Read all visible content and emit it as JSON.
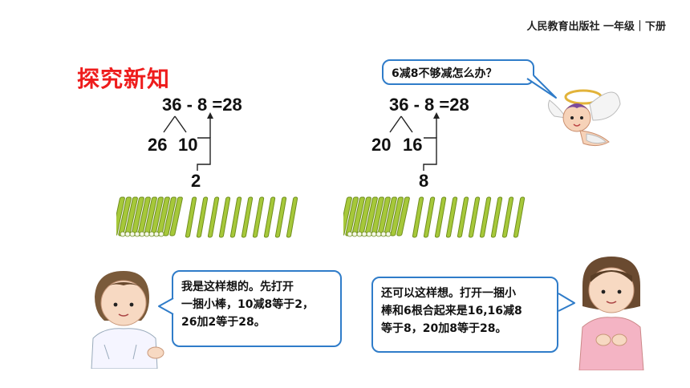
{
  "header": {
    "publisher": "人民教育出版社 一年级｜下册"
  },
  "section_title": "探究新知",
  "left_method": {
    "equation": "36 - 8 =28",
    "split_left": "26",
    "split_right": "10",
    "intermediate": "2"
  },
  "right_method": {
    "equation": "36 - 8 =28",
    "split_left": "20",
    "split_right": "16",
    "intermediate": "8"
  },
  "angel_question": "6减8不够减怎么办？",
  "boy_bubble": {
    "line1": "我是这样想的。先打开",
    "line2": "一捆小棒，10减8等于2，",
    "line3": "26加2等于28。"
  },
  "girl_bubble": {
    "line1": "还可以这样想。打开一捆小",
    "line2": "棒和6根合起来是16,16减8",
    "line3": "等于8，20加8等于28。"
  },
  "colors": {
    "title_red": "#ee1c1c",
    "bubble_border": "#2f7cc9",
    "stick_green": "#a6c83a"
  }
}
